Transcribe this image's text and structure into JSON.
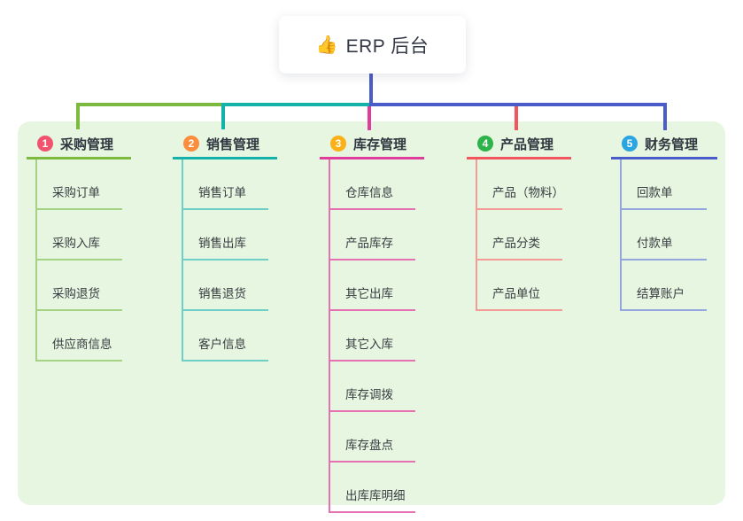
{
  "root": {
    "icon": "👍",
    "title": "ERP 后台"
  },
  "colors": {
    "panel_bg": "#e7f6e1",
    "root_line": "#4a5cc9",
    "branch_lines": [
      "#7cb93f",
      "#13b3a9",
      "#df3c9c",
      "#f2555e",
      "#4a5cc9"
    ],
    "child_lines": [
      "#a6d383",
      "#6fcec5",
      "#e671b2",
      "#f59b97",
      "#93a7de"
    ],
    "badges": [
      "#f1536e",
      "#fb8d3c",
      "#fbb117",
      "#2db34a",
      "#2ba5e0"
    ]
  },
  "branches": [
    {
      "badge": "1",
      "label": "采购管理",
      "children": [
        "采购订单",
        "采购入库",
        "采购退货",
        "供应商信息"
      ]
    },
    {
      "badge": "2",
      "label": "销售管理",
      "children": [
        "销售订单",
        "销售出库",
        "销售退货",
        "客户信息"
      ]
    },
    {
      "badge": "3",
      "label": "库存管理",
      "children": [
        "仓库信息",
        "产品库存",
        "其它出库",
        "其它入库",
        "库存调拨",
        "库存盘点",
        "出库库明细"
      ]
    },
    {
      "badge": "4",
      "label": "产品管理",
      "children": [
        "产品（物料）",
        "产品分类",
        "产品单位"
      ]
    },
    {
      "badge": "5",
      "label": "财务管理",
      "children": [
        "回款单",
        "付款单",
        "结算账户"
      ]
    }
  ]
}
